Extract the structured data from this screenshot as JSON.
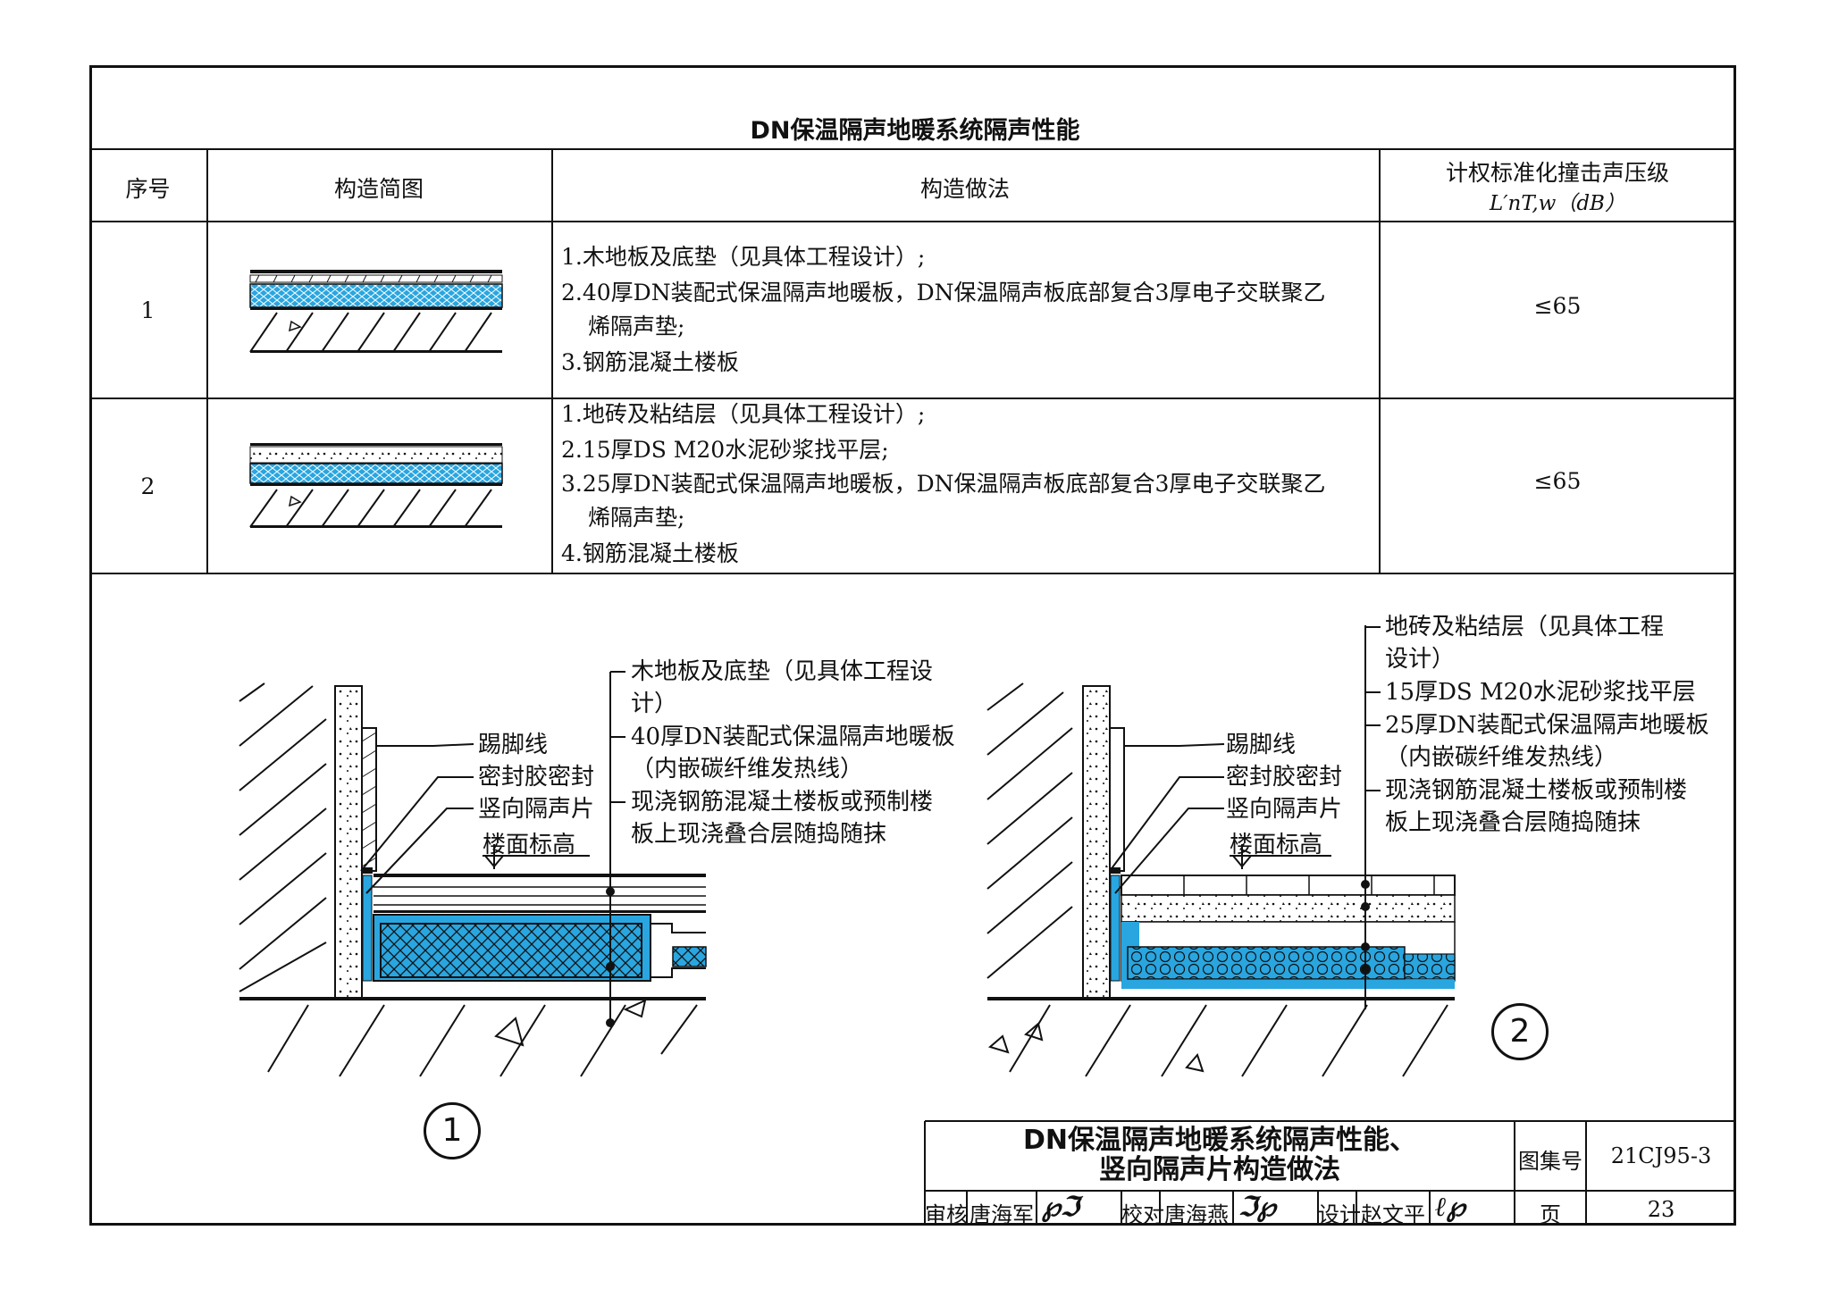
{
  "table": {
    "title": "DN保温隔声地暖系统隔声性能",
    "headers": {
      "no": "序号",
      "diagram": "构造简图",
      "method": "构造做法",
      "rating_line1": "计权标准化撞击声压级",
      "rating_line2": "L′nT,w（dB）"
    },
    "rows": [
      {
        "no": "1",
        "lines": [
          "1.木地板及底垫（见具体工程设计）;",
          "2.40厚DN装配式保温隔声地暖板，DN保温隔声板底部复合3厚电子交联聚乙",
          "烯隔声垫;",
          "3.钢筋混凝土楼板"
        ],
        "rating": "≤65"
      },
      {
        "no": "2",
        "lines": [
          "1.地砖及粘结层（见具体工程设计）;",
          "2.15厚DS M20水泥砂浆找平层;",
          "3.25厚DN装配式保温隔声地暖板，DN保温隔声板底部复合3厚电子交联聚乙",
          "烯隔声垫;",
          "4.钢筋混凝土楼板"
        ],
        "rating": "≤65"
      }
    ]
  },
  "detail1": {
    "number": "1",
    "left_labels": [
      "踢脚线",
      "密封胶密封",
      "竖向隔声片"
    ],
    "floor_level": "楼面标高",
    "right_labels": [
      "木地板及底垫（见具体工程设",
      "计）",
      "40厚DN装配式保温隔声地暖板",
      "（内嵌碳纤维发热线）",
      "现浇钢筋混凝土楼板或预制楼",
      "板上现浇叠合层随捣随抹"
    ]
  },
  "detail2": {
    "number": "2",
    "left_labels": [
      "踢脚线",
      "密封胶密封",
      "竖向隔声片"
    ],
    "floor_level": "楼面标高",
    "right_labels": [
      "地砖及粘结层（见具体工程",
      "设计）",
      "15厚DS M20水泥砂浆找平层",
      "25厚DN装配式保温隔声地暖板",
      "（内嵌碳纤维发热线）",
      "现浇钢筋混凝土楼板或预制楼",
      "板上现浇叠合层随捣随抹"
    ]
  },
  "title_block": {
    "title_line1": "DN保温隔声地暖系统隔声性能、",
    "title_line2": "竖向隔声片构造做法",
    "atlas_label": "图集号",
    "atlas_no": "21CJ95-3",
    "review_label": "审核",
    "reviewer": "唐海军",
    "check_label": "校对",
    "checker": "唐海燕",
    "design_label": "设计",
    "designer": "赵文平",
    "page_label": "页",
    "page_no": "23"
  },
  "colors": {
    "insulation": "#29a6e0",
    "ink": "#111111"
  }
}
